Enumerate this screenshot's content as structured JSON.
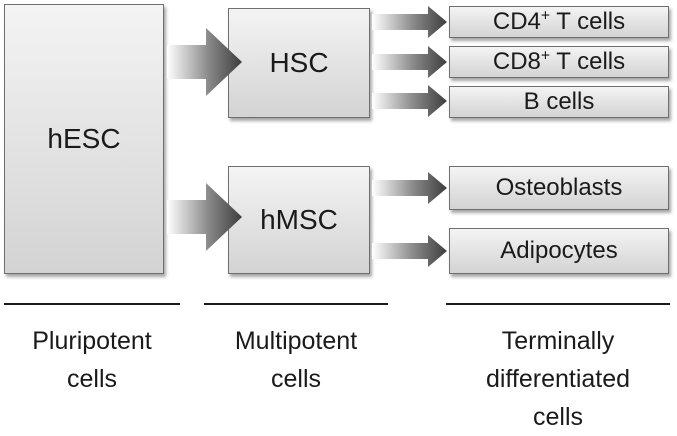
{
  "nodes": {
    "hesc": "hESC",
    "hsc": "HSC",
    "hmsc": "hMSC",
    "cd4": {
      "prefix": "CD4",
      "sup": "+",
      "suffix": " T cells"
    },
    "cd8": {
      "prefix": "CD8",
      "sup": "+",
      "suffix": " T cells"
    },
    "bcells": "B cells",
    "osteoblasts": "Osteoblasts",
    "adipocytes": "Adipocytes"
  },
  "captions": {
    "pluripotent": [
      "Pluripotent",
      "cells"
    ],
    "multipotent": [
      "Multipotent",
      "cells"
    ],
    "terminal": [
      "Terminally",
      "differentiated",
      "cells"
    ]
  },
  "colors": {
    "box_top": "#f4f4f4",
    "box_bottom": "#d3d3d3",
    "arrow_light": "#ffffff",
    "arrow_dark": "#3d3d3d",
    "line": "#1a1a1a"
  }
}
